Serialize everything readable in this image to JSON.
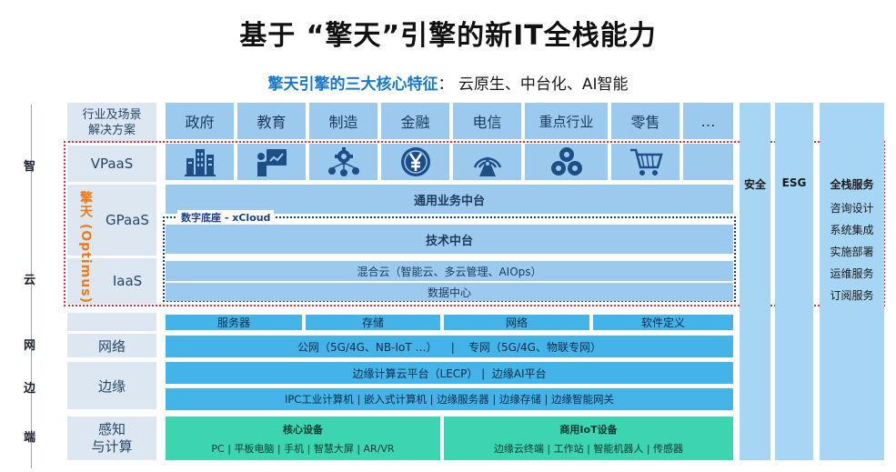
{
  "header": {
    "title": "基于 “擎天”引擎的新IT全栈能力",
    "subtitle_highlight": "擎天引擎的三大核心特征",
    "subtitle_rest": "： 云原生、中台化、AI智能"
  },
  "vertical_axis": [
    "智",
    "云",
    "网",
    "边",
    "端"
  ],
  "left_labels": {
    "industry": "行业及场景\n解决方案",
    "vpaas": "VPaaS",
    "gpaas": "GPaaS",
    "iaas": "IaaS",
    "network": "网络",
    "edge": "边缘",
    "sense": "感知\n与计算"
  },
  "engine_label": "擎天 (Optimus)",
  "industries": [
    "政府",
    "教育",
    "制造",
    "金融",
    "电信",
    "重点行业",
    "零售",
    "…"
  ],
  "icons": [
    "buildings-icon",
    "presenter-icon",
    "gears-network-icon",
    "yen-coin-icon",
    "signal-tower-icon",
    "cluster-icon",
    "shopping-cart-icon"
  ],
  "gpaas": {
    "business_platform": "通用业务中台",
    "xcloud_label": "数字底座 - xCloud",
    "tech_platform": "技术中台"
  },
  "iaas": {
    "hybrid_cloud": "混合云（智能云、多云管理、AIOps）",
    "data_center": "数据中心"
  },
  "infra": [
    "服务器",
    "存储",
    "网络",
    "软件定义"
  ],
  "network_row": "公网（5G/4G、NB-IoT …）    |    专网（5G/4G、物联专网）",
  "edge_rows": [
    "边缘计算云平台（LECP） |  边缘AI平台",
    "IPC工业计算机 | 嵌入式计算机 | 边缘服务器 | 边缘存储 | 边缘智能网关"
  ],
  "devices": {
    "core_title": "核心设备",
    "core_items": "PC | 平板电脑 | 手机 | 智慧大屏 | AR/VR",
    "iot_title": "商用IoT设备",
    "iot_items": "边缘云终端 | 工作站 | 智能机器人 | 传感器"
  },
  "side_columns": {
    "security": "安全",
    "esg": "ESG",
    "fullstack_title": "全栈服务",
    "fullstack_items": [
      "咨询设计",
      "系统集成",
      "实施部署",
      "运维服务",
      "订阅服务"
    ]
  },
  "colors": {
    "highlight": "#1a78c8",
    "engine_orange": "#f07a1a",
    "dotted_red": "#e0303a",
    "dotted_blue": "#1b3f8c"
  }
}
